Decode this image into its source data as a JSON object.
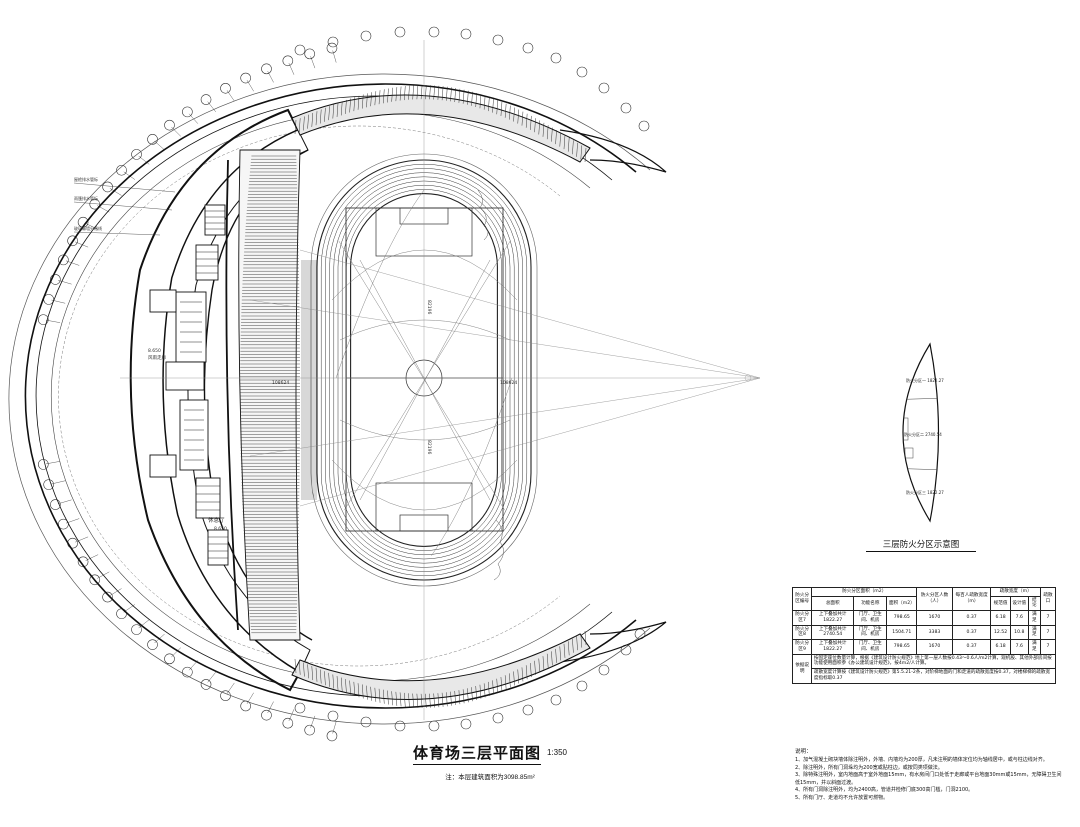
{
  "drawing": {
    "title": "体育场三层平面图",
    "scale": "1:350",
    "note": "注：本层建筑面积为3098.85m²",
    "inset_caption": "三层防火分区示意图"
  },
  "labels": {
    "room_left_1": "风雨走廊",
    "room_left_2": "休息厅",
    "level_1": "8.650",
    "level_2": "8.650",
    "dim_1": "108624",
    "dim_2": "108624",
    "dim_3": "82196",
    "dim_4": "82196",
    "side_note_1": "屋檐排水管标",
    "side_note_2": "雨篷排水管标",
    "side_note_3": "玻璃幕墙分格线"
  },
  "inset_labels": {
    "zone_a": "防火分区一 1822.27",
    "zone_b": "防火分区二 2740.54",
    "zone_c": "防火分区三 1822.27"
  },
  "fire_table": {
    "h_zone": "防火分区编号",
    "h_area": "防火分区面积（m2）",
    "h_total": "总面积",
    "h_func": "功能名称",
    "h_sub": "面积（m2）",
    "h_people": "防火分区人数（人）",
    "h_per": "每百人疏散宽度（m）",
    "h_width": "疏散宽度（m）",
    "h_need": "规范值",
    "h_design": "设计值",
    "h_result": "结论",
    "h_exits": "疏散口",
    "rows": [
      {
        "zone": "防火分区7",
        "total": "上下叠加共计1822.27",
        "func": "门厅、卫生间、机房",
        "area": "798.65",
        "people": "1670",
        "per": "0.37",
        "need": "6.18",
        "design": "7.6",
        "result": "满足",
        "exits": "7"
      },
      {
        "zone": "防火分区8",
        "total": "上下叠加共计2740.54",
        "func": "门厅、卫生间、机房",
        "area": "1504.71",
        "people": "3383",
        "per": "0.37",
        "need": "12.52",
        "design": "10.8",
        "result": "满足",
        "exits": "7"
      },
      {
        "zone": "防火分区9",
        "total": "上下叠加共计1822.27",
        "func": "门厅、卫生间、机房",
        "area": "798.65",
        "people": "1670",
        "per": "0.37",
        "need": "6.18",
        "design": "7.6",
        "result": "满足",
        "exits": "7"
      }
    ],
    "footer_label": "依据说明",
    "footer_1": "按固定座位数量计算，根据《建筑设计防火规范》地上第一层人数按0.43～0.6人/m2计算，观机股、其他外部房间按功能使用面积参《办公建筑设计规范》，按4m2/人计算。",
    "footer_2": "疏散宽度计算按《建筑设计防火规范》第5.5.21-2条，对阶梯地面的门和走道的疏散宽度按0.37，对楼梯梯的疏散宽度指标取0.37"
  },
  "notes": {
    "title": "说明：",
    "items": [
      "1、加气混凝土砌块墙体除注明外，外墙、内墙均为200厚，凡未注明的墙体定位均为轴线居中，或与柱边线对齐。",
      "2、除注明外，所有门洞垛均为200宽或贴柱边，或按同类项做法。",
      "3、除特殊注明外，室内地面高于室外地面15mm，有水房间门口处低于走廊或平台地面30mm或15mm，无障碍卫生间低15mm，并以斜面过渡。",
      "4、所有门洞除注明外，均为2400高，管道井检修门底300高门槛，门洞2100。",
      "5、所有门厅、走道均不允许放置可燃物。"
    ]
  }
}
